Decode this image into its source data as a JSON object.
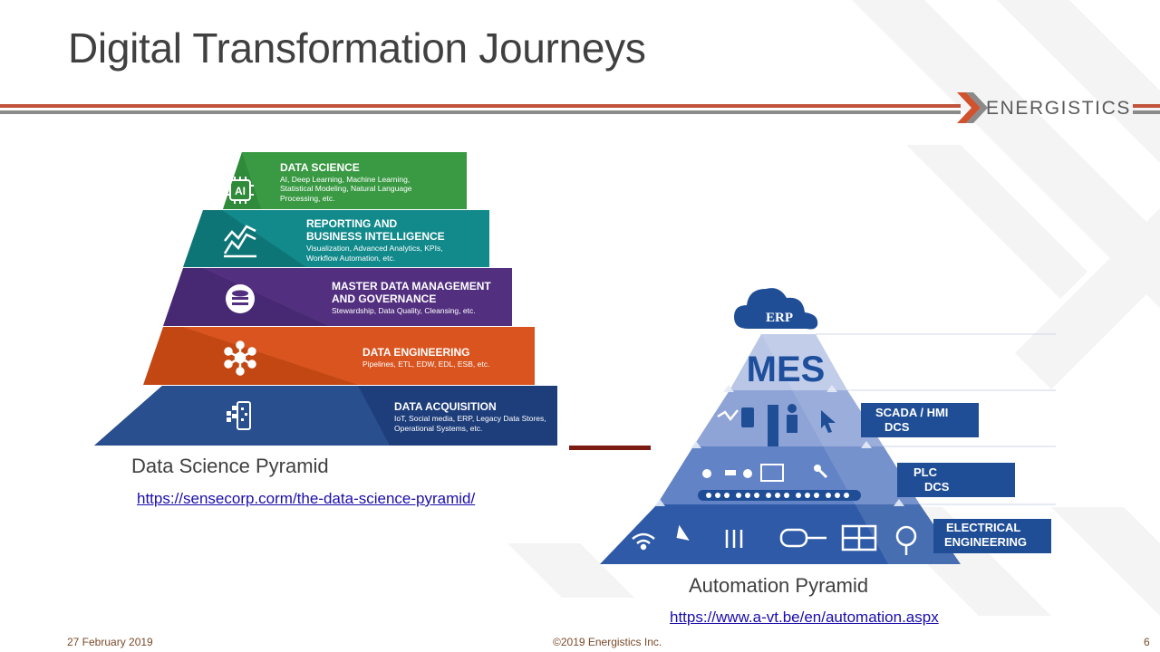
{
  "slide": {
    "title": "Digital Transformation Journeys",
    "logo_text": "ENERGISTICS",
    "footer_date": "27 February 2019",
    "footer_copyright": "©2019 Energistics Inc.",
    "page_number": "6"
  },
  "left_diagram": {
    "caption": "Data Science Pyramid",
    "link": "https://sensecorp.corm/the-data-science-pyramid/",
    "levels": [
      {
        "title1": "DATA SCIENCE",
        "title2": "",
        "desc1": "AI, Deep Learning, Machine Learning,",
        "desc2": "Statistical Modeling, Natural Language",
        "desc3": "Processing, etc.",
        "icon": "ai-chip-icon",
        "color": "#3a9a44"
      },
      {
        "title1": "REPORTING AND",
        "title2": "BUSINESS INTELLIGENCE",
        "desc1": "Visualization, Advanced Analytics, KPIs,",
        "desc2": "Workflow Automation, etc.",
        "desc3": "",
        "icon": "analytics-chart-icon",
        "color": "#128a8c"
      },
      {
        "title1": "MASTER DATA MANAGEMENT",
        "title2": "AND GOVERNANCE",
        "desc1": "Stewardship, Data Quality, Cleansing, etc.",
        "desc2": "",
        "desc3": "",
        "icon": "database-gear-icon",
        "color": "#53307f"
      },
      {
        "title1": "DATA ENGINEERING",
        "title2": "",
        "desc1": "Pipelines, ETL, EDW, EDL, ESB, etc.",
        "desc2": "",
        "desc3": "",
        "icon": "network-hub-icon",
        "color": "#d9541f"
      },
      {
        "title1": "DATA ACQUISITION",
        "title2": "",
        "desc1": "IoT, Social media, ERP, Legacy Data Stores,",
        "desc2": "Operational Systems, etc.",
        "desc3": "",
        "icon": "mobile-data-icon",
        "color": "#1e3e7b"
      }
    ]
  },
  "right_diagram": {
    "caption": "Automation Pyramid",
    "link": "https://www.a-vt.be/en/automation.aspx",
    "cloud_label": "ERP",
    "top_label": "MES",
    "levels": [
      {
        "line1": "SCADA / HMI",
        "line2": "DCS"
      },
      {
        "line1": "PLC",
        "line2": "DCS"
      },
      {
        "line1": "ELECTRICAL",
        "line2": "ENGINEERING"
      }
    ]
  }
}
